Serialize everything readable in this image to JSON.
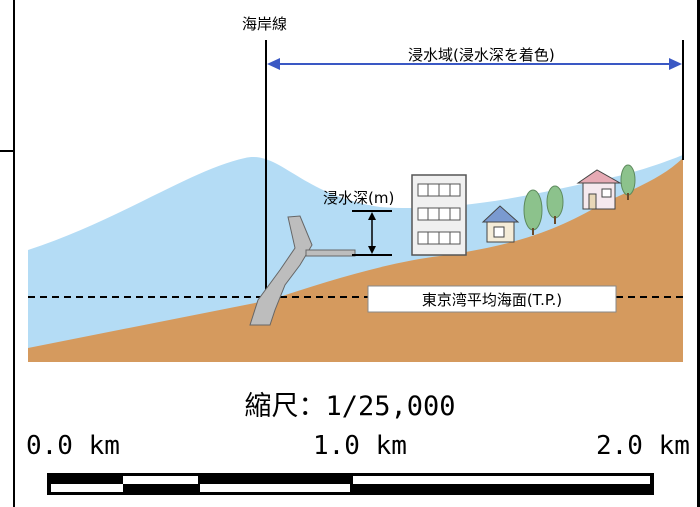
{
  "labels": {
    "coastline": "海岸線",
    "inundation_area": "浸水域(浸水深を着色)",
    "inundation_depth": "浸水深(m)",
    "tokyo_bay_mean_sea_level": "東京湾平均海面(T.P.)"
  },
  "scale": {
    "title": "縮尺：1/25,000",
    "ticks": [
      "0.0 km",
      "1.0 km",
      "2.0 km"
    ]
  },
  "colors": {
    "water": "#b4dcf5",
    "land": "#d59a5e",
    "arrow": "#3a58c4",
    "building_fill": "#f0f0f0",
    "tree": "#8cc28c",
    "house_roof": "#7a9ad0",
    "seawall": "#bdbdbd"
  }
}
